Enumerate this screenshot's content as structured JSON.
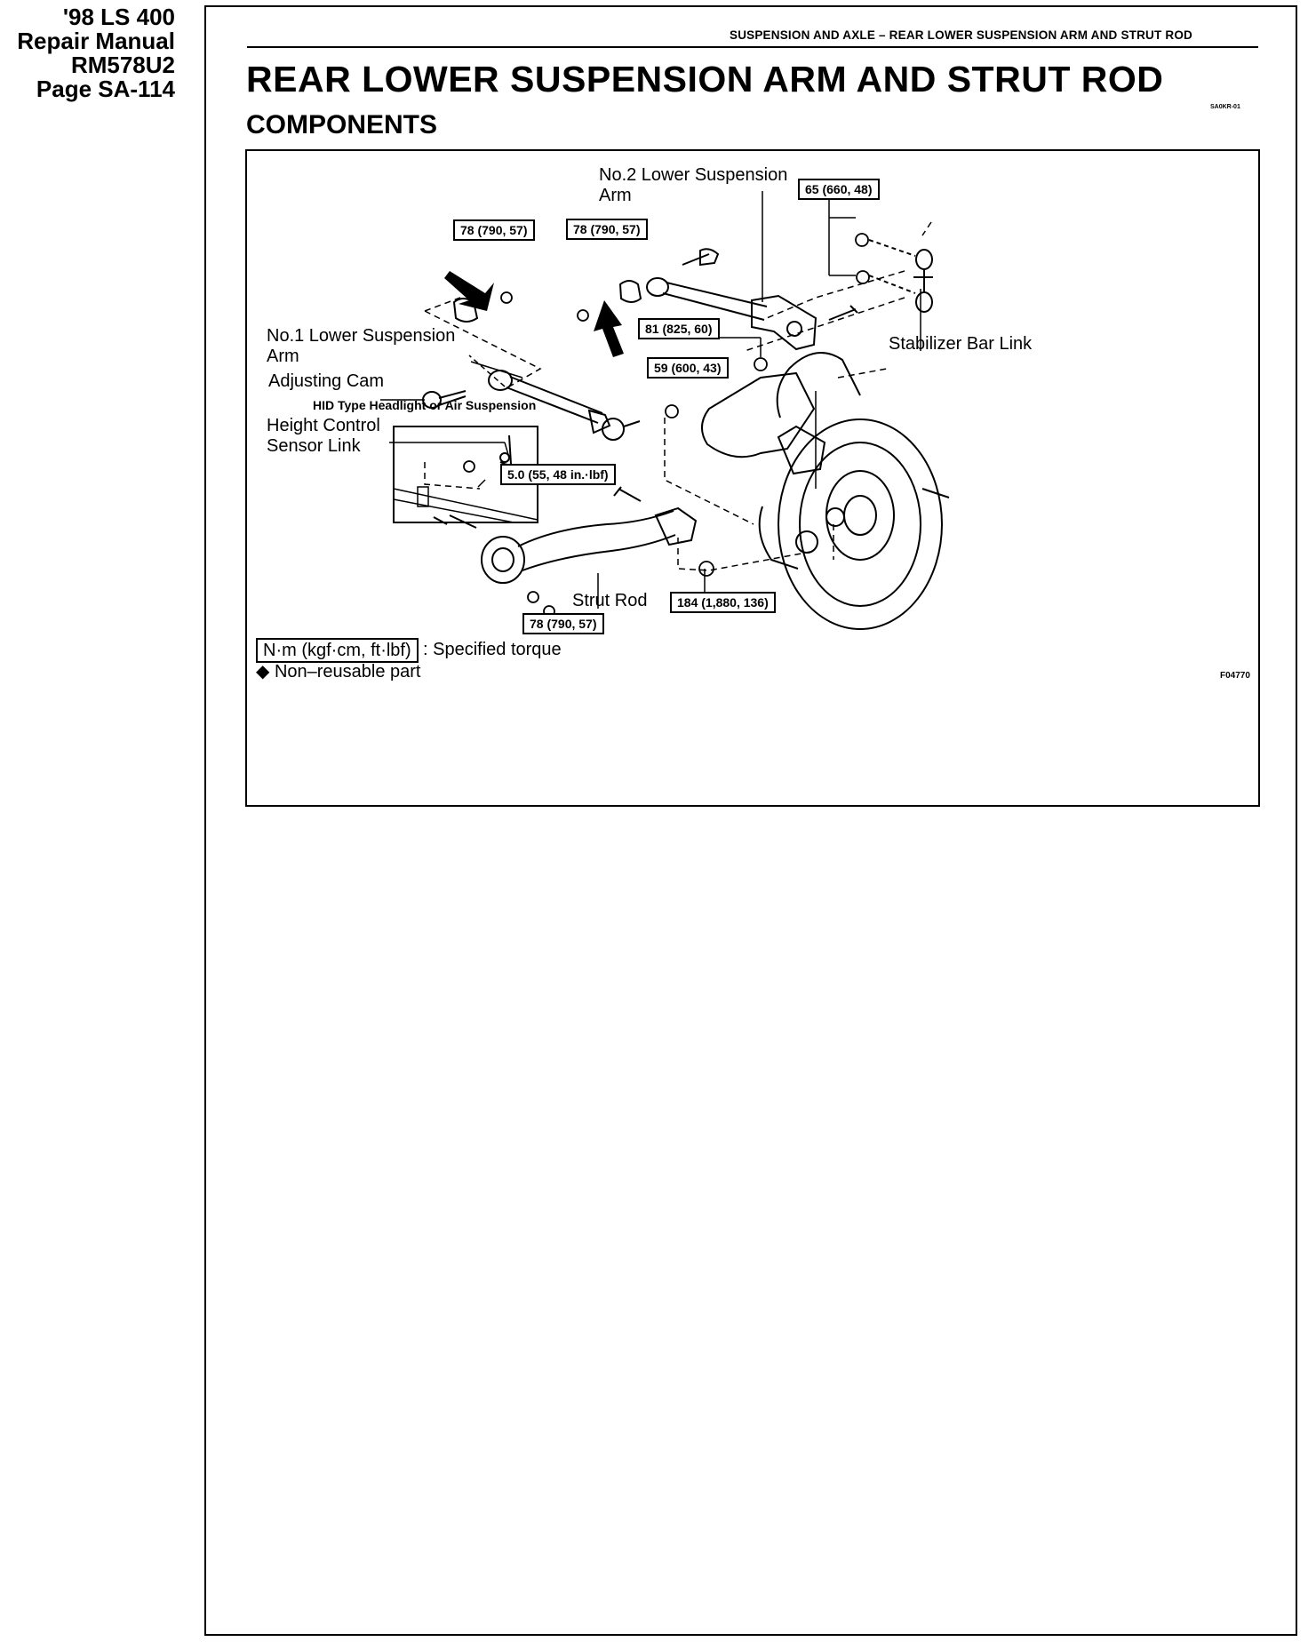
{
  "side_info": [
    "'98 LS 400",
    "Repair Manual",
    "RM578U2",
    "Page SA-114"
  ],
  "running_head": "SUSPENSION AND AXLE  –  REAR LOWER SUSPENSION ARM AND STRUT ROD",
  "title": "REAR LOWER SUSPENSION ARM AND STRUT ROD",
  "small_code": "SA0KR-01",
  "section": "COMPONENTS",
  "diagram": {
    "labels": {
      "no2_line1": "No.2 Lower Suspension",
      "no2_line2": "Arm",
      "no1_line1": "No.1 Lower Suspension",
      "no1_line2": "Arm",
      "adjusting_cam": "Adjusting Cam",
      "hid_note": "HID Type Headlight or Air Suspension",
      "height_line1": "Height Control",
      "height_line2": "Sensor Link",
      "stabilizer": "Stabilizer Bar Link",
      "strut_rod": "Strut Rod"
    },
    "torques": {
      "t1": "78 (790, 57)",
      "t2": "78 (790, 57)",
      "t3": "65 (660, 48)",
      "t4": "81 (825, 60)",
      "t5": "59 (600, 43)",
      "t6": "5.0 (55, 48 in.·lbf)",
      "t7": "184 (1,880, 136)",
      "t8": "78 (790, 57)"
    },
    "legend": {
      "unit": "N·m (kgf·cm, ft·lbf)",
      "unit_desc": ": Specified torque",
      "nonreusable": "◆ Non–reusable part"
    },
    "figure_code": "F04770"
  }
}
